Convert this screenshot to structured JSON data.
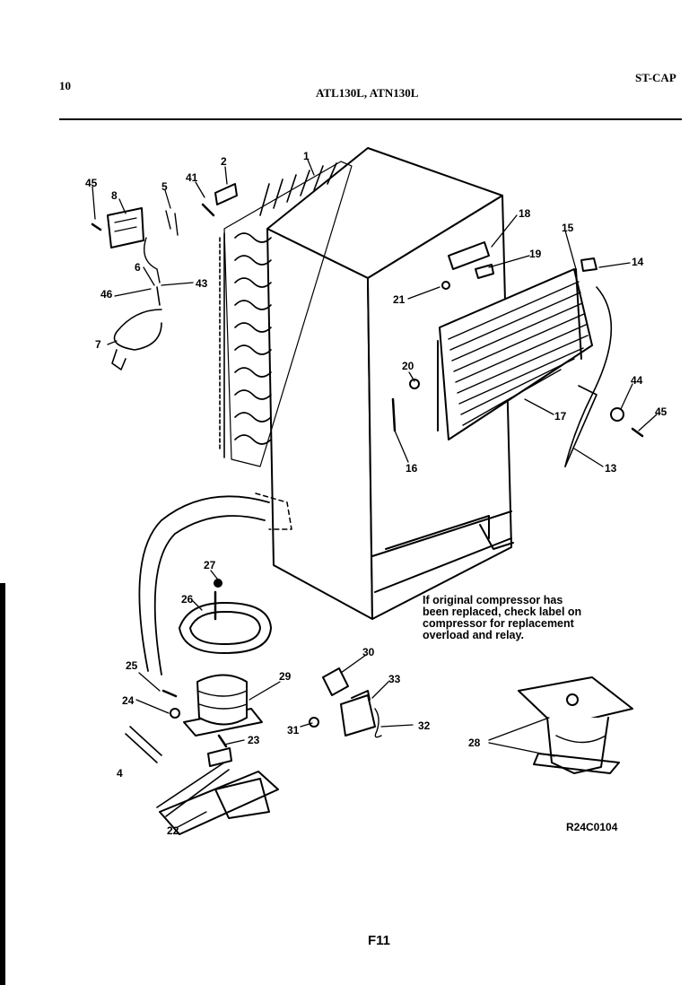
{
  "header": {
    "page_number": "10",
    "models": "ATL130L, ATN130L",
    "section_code": "ST-CAP"
  },
  "callouts": [
    "1",
    "2",
    "41",
    "5",
    "45",
    "8",
    "6",
    "46",
    "43",
    "7",
    "18",
    "15",
    "14",
    "19",
    "21",
    "20",
    "16",
    "17",
    "13",
    "44",
    "45",
    "27",
    "26",
    "25",
    "29",
    "24",
    "30",
    "33",
    "31",
    "32",
    "23",
    "4",
    "22",
    "28"
  ],
  "note": {
    "lines": [
      "If original compressor has",
      "been replaced, check label on",
      "compressor for replacement",
      "overload and relay."
    ]
  },
  "reference_code": "R24C0104",
  "figure_label": "F11"
}
